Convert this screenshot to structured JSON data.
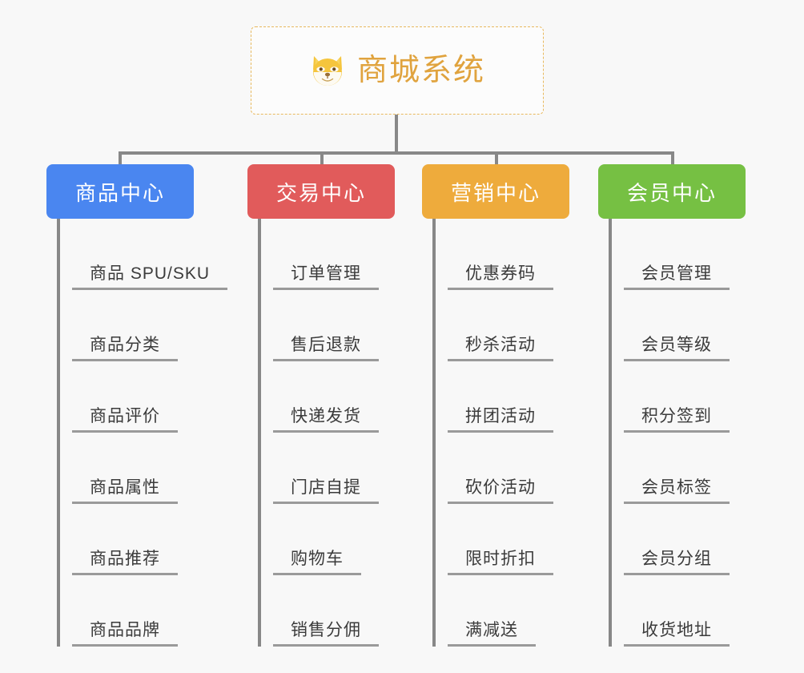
{
  "page": {
    "background_color": "#f8f8f8",
    "line_color": "#888888",
    "leaf_text_color": "#3b3b3b",
    "leaf_underline_color": "#9a9a9a"
  },
  "root": {
    "title": "商城系统",
    "icon": "shiba-inu-dog-face-icon",
    "text_color": "#e0a33e",
    "border_color": "#e8b95e",
    "background_color": "#fcfcfc"
  },
  "columns": [
    {
      "id": "product-center",
      "label": "商品中心",
      "color": "#4a86f0",
      "items": [
        "商品 SPU/SKU",
        "商品分类",
        "商品评价",
        "商品属性",
        "商品推荐",
        "商品品牌"
      ]
    },
    {
      "id": "trade-center",
      "label": "交易中心",
      "color": "#e15b5b",
      "items": [
        "订单管理",
        "售后退款",
        "快递发货",
        "门店自提",
        "购物车",
        "销售分佣"
      ]
    },
    {
      "id": "marketing-center",
      "label": "营销中心",
      "color": "#eeab3c",
      "items": [
        "优惠券码",
        "秒杀活动",
        "拼团活动",
        "砍价活动",
        "限时折扣",
        "满减送"
      ]
    },
    {
      "id": "member-center",
      "label": "会员中心",
      "color": "#76c043",
      "items": [
        "会员管理",
        "会员等级",
        "积分签到",
        "会员标签",
        "会员分组",
        "收货地址"
      ]
    }
  ]
}
